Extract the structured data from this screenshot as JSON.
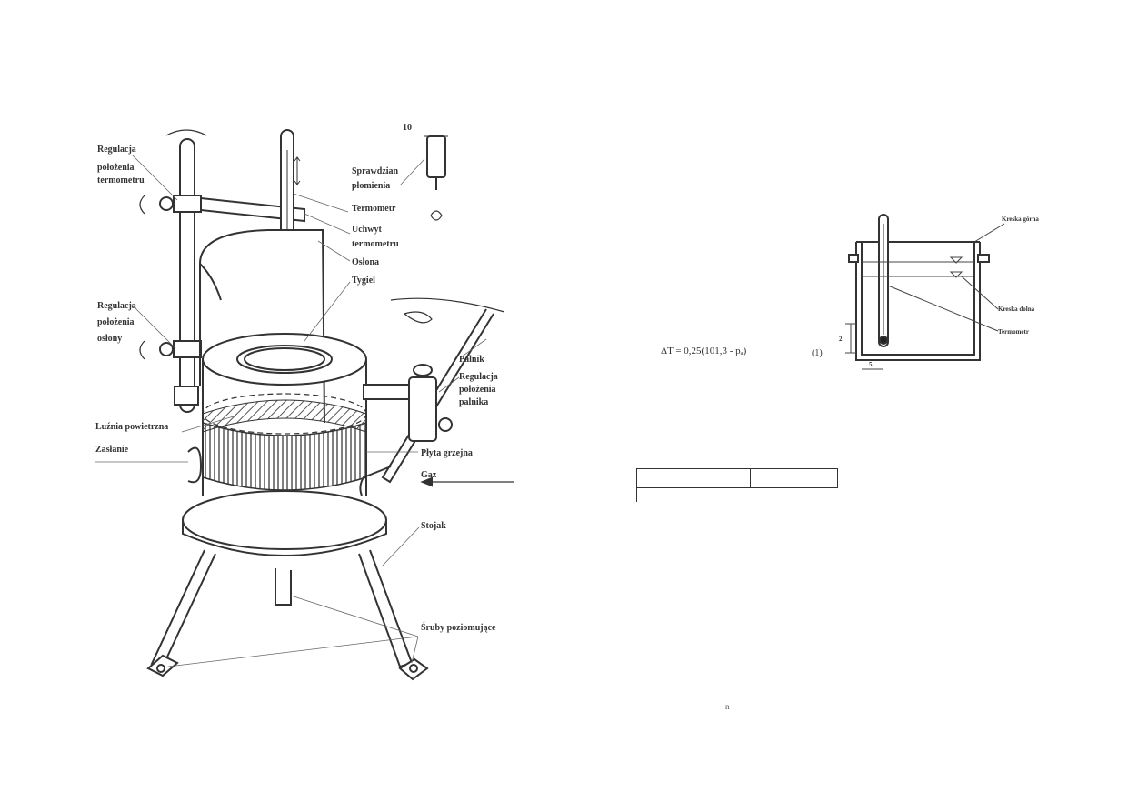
{
  "left_diagram": {
    "labels": {
      "thermo_adjust_1": "Regulacja",
      "thermo_adjust_2": "położenia",
      "thermo_adjust_3": "termometru",
      "flame_check_1": "Sprawdzian",
      "flame_check_2": "płomienia",
      "flame_check_dim": "10",
      "thermometer": "Termometr",
      "holder_1": "Uchwyt",
      "holder_2": "termometru",
      "shield": "Osłona",
      "crucible": "Tygiel",
      "shield_adjust_1": "Regulacja",
      "shield_adjust_2": "położenia",
      "shield_adjust_3": "osłony",
      "burner": "Palnik",
      "burner_adjust_1": "Regulacja",
      "burner_adjust_2": "położenia",
      "burner_adjust_3": "palnika",
      "air_gap": "Luźnia powietrzna",
      "shutter": "Zasłanie",
      "heating_plate": "Płyta grzejna",
      "gas": "Gaz",
      "stand": "Stojak",
      "leveling_screws": "Śruby poziomujące"
    }
  },
  "right_diagram": {
    "labels": {
      "upper_mark": "Kreska górna",
      "lower_mark": "Kreska dolna",
      "thermometer": "Termometr",
      "dim_vertical": "2",
      "dim_horizontal": "5"
    }
  },
  "formula": {
    "text": "ΔT = 0,25(101,3 - pₐ)",
    "ref": "(1)"
  },
  "page_mark": "n"
}
